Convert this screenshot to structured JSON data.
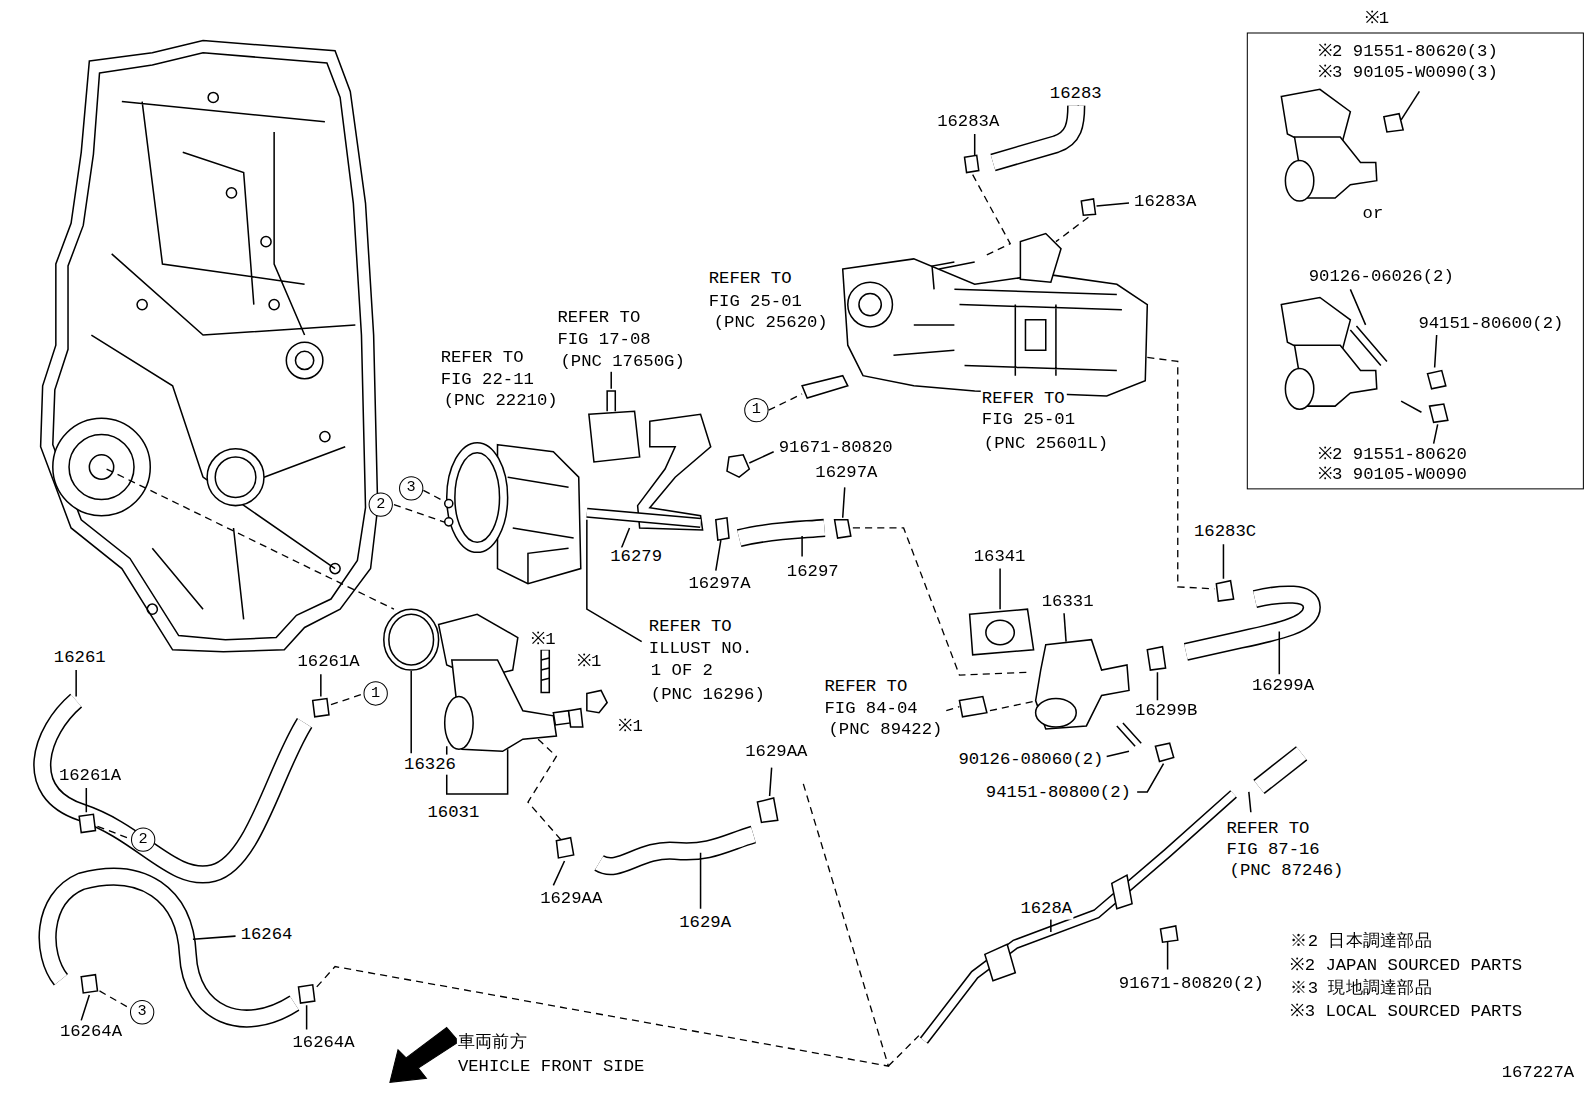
{
  "diagram": {
    "nodes": [
      {
        "text": [
          "※1",
          "※2 91551-80620(3)",
          "※3 90105-W0090(3)",
          "or",
          "90126-06026(2)",
          "94151-80600(2)",
          "※2 91551-80620",
          "※3 90105-W0090"
        ]
      },
      {
        "text": [
          "1"
        ]
      },
      {
        "text": [
          "3"
        ]
      },
      {
        "text": [
          "2"
        ]
      },
      {
        "text": [
          "1"
        ]
      },
      {
        "text": [
          "2"
        ]
      },
      {
        "text": [
          "3"
        ]
      }
    ],
    "labels": [
      "16283A",
      "16283",
      "16283A",
      "REFER TO",
      "FIG 25-01",
      "(PNC 25620)",
      "REFER TO",
      "FIG 17-08",
      "(PNC 17650G)",
      "REFER TO",
      "FIG 22-11",
      "(PNC 22210)",
      "REFER TO",
      "FIG 25-01",
      "(PNC 25601L)",
      "91671-80820",
      "16297A",
      "16279",
      "16297A",
      "16297",
      "16341",
      "16331",
      "16283C",
      "REFER TO",
      "ILLUST NO.",
      "1 OF 2",
      "(PNC 16296)",
      "※1",
      "※1",
      "※1",
      "16261",
      "16261A",
      "REFER TO",
      "FIG 84-04",
      "(PNC 89422)",
      "16299B",
      "16299A",
      "90126-08060(2)",
      "94151-80800(2)",
      "1629AA",
      "16326",
      "16261A",
      "16031",
      "REFER TO",
      "FIG 87-16",
      "(PNC 87246)",
      "1629AA",
      "1628A",
      "1629A",
      "16264",
      "※2 日本調達部品",
      "※2 JAPAN SOURCED PARTS",
      "91671-80820(2)",
      "※3 現地調達部品",
      "※3 LOCAL SOURCED PARTS",
      "16264A",
      "16264A",
      "車両前方",
      "VEHICLE FRONT SIDE",
      "167227A"
    ]
  }
}
